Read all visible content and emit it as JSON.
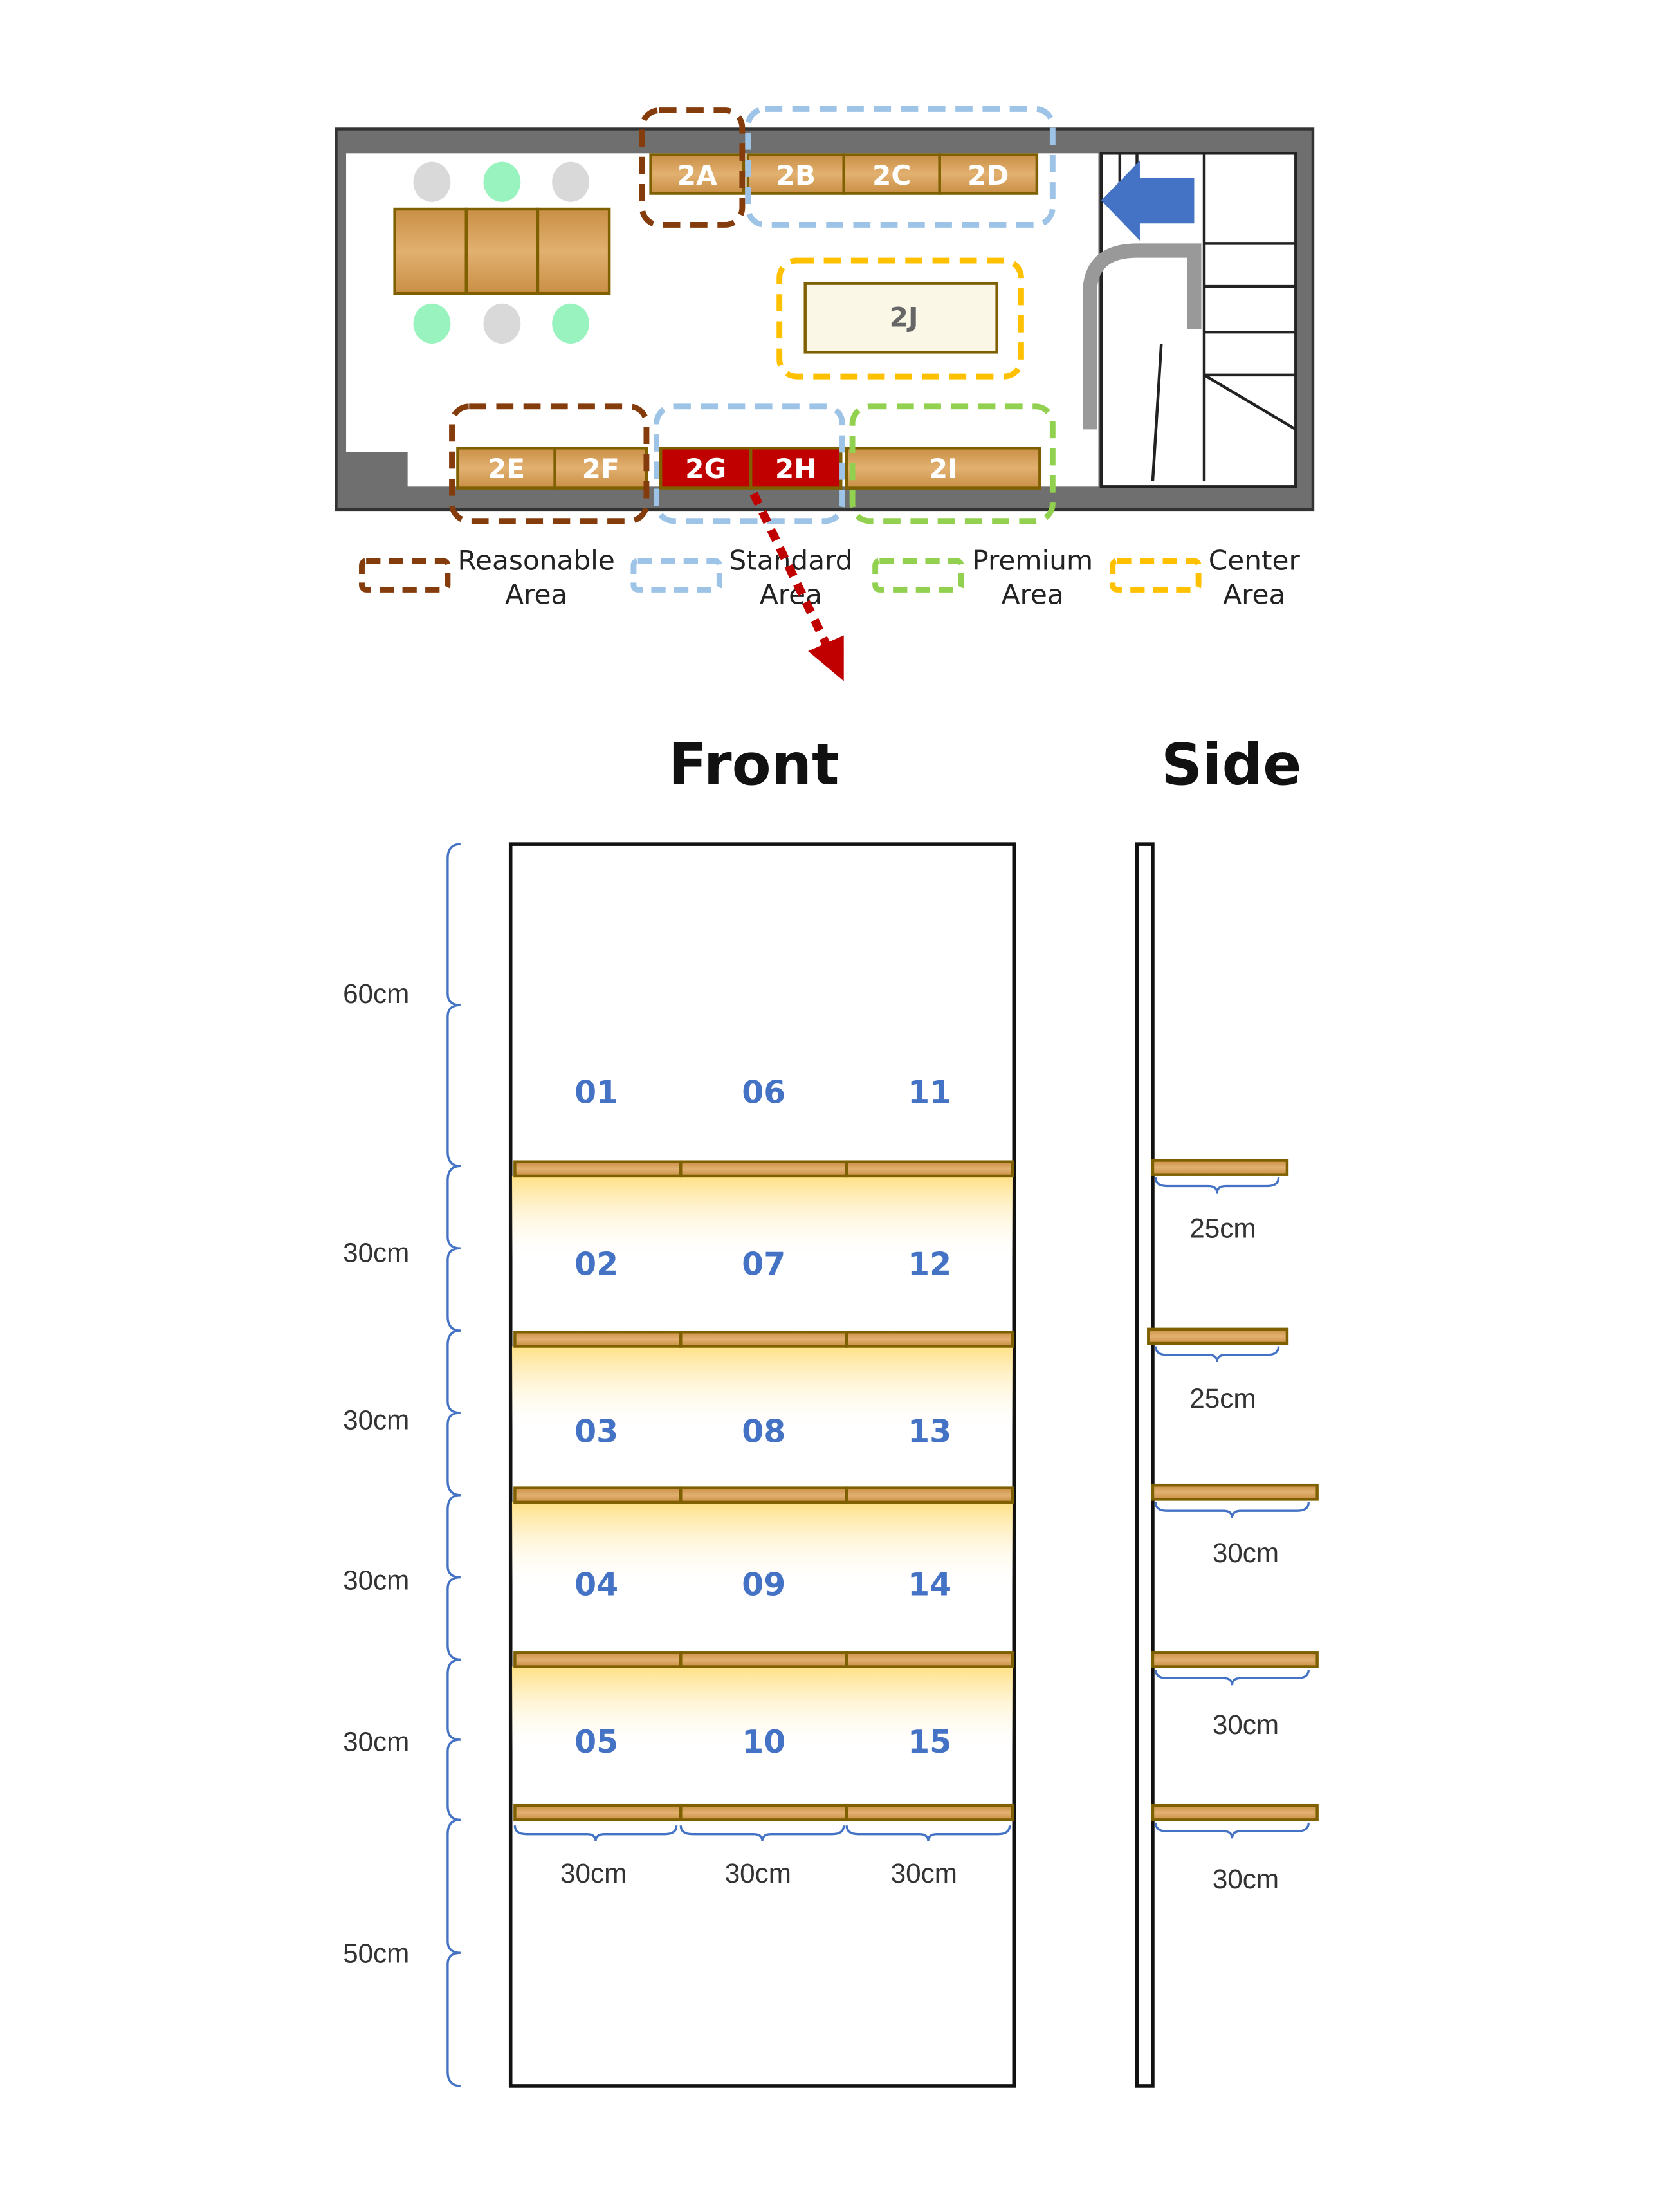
{
  "floor_plan": {
    "shelves_top": [
      "2A",
      "2B",
      "2C",
      "2D"
    ],
    "shelves_bottom": [
      "2E",
      "2F",
      "2G",
      "2H",
      "2I"
    ],
    "center": "2J",
    "highlighted": [
      "2G",
      "2H"
    ],
    "legend": [
      {
        "line1": "Reasonable",
        "line2": "Area",
        "color": "#843c0c"
      },
      {
        "line1": "Standard",
        "line2": "Area",
        "color": "#9dc3e6"
      },
      {
        "line1": "Premium",
        "line2": "Area",
        "color": "#92d050"
      },
      {
        "line1": "Center",
        "line2": "Area",
        "color": "#ffc000"
      }
    ]
  },
  "front": {
    "title": "Front",
    "columns": [
      [
        "01",
        "02",
        "03",
        "04",
        "05"
      ],
      [
        "06",
        "07",
        "08",
        "09",
        "10"
      ],
      [
        "11",
        "12",
        "13",
        "14",
        "15"
      ]
    ],
    "height_dims": [
      "60cm",
      "30cm",
      "30cm",
      "30cm",
      "30cm",
      "50cm"
    ],
    "width_dims": [
      "30cm",
      "30cm",
      "30cm"
    ]
  },
  "side": {
    "title": "Side",
    "depth_dims": [
      "25cm",
      "25cm",
      "30cm",
      "30cm",
      "30cm"
    ]
  },
  "colors": {
    "wood": "#d9a55c",
    "wood_edge": "#7f6000",
    "label_blue": "#4472c4",
    "highlight_red": "#c00000",
    "brace": "#4472c4"
  }
}
